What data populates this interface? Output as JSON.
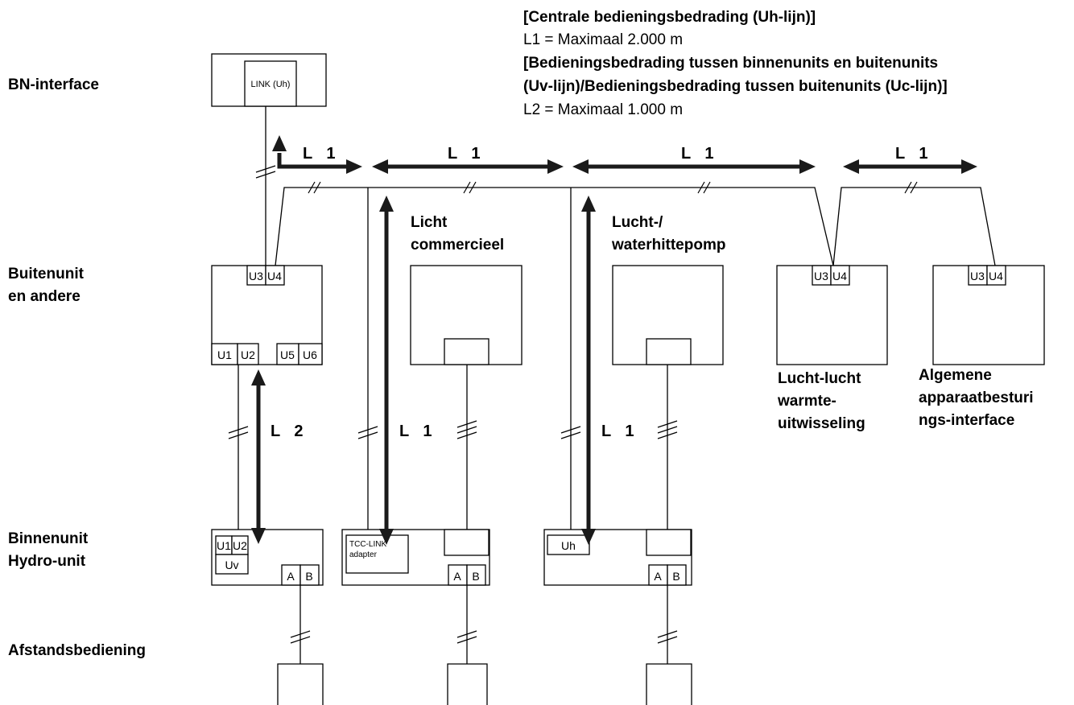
{
  "header": {
    "central_title": "[Centrale bedieningsbedrading (Uh-lijn)]",
    "l1_max": "L1 = Maximaal 2.000 m",
    "control_title_line1": "[Bedieningsbedrading tussen binnenunits en buitenunits",
    "control_title_line2": "(Uv-lijn)/Bedieningsbedrading tussen buitenunits (Uc-lijn)]",
    "l2_max": "L2 = Maximaal 1.000 m"
  },
  "rows": {
    "bn_interface": "BN-interface",
    "outdoor_line1": "Buitenunit",
    "outdoor_line2": "en andere",
    "indoor_line1": "Binnenunit",
    "indoor_line2": "Hydro-unit",
    "remote": "Afstandsbediening"
  },
  "units": {
    "light_commercial_line1": "Licht",
    "light_commercial_line2": "commercieel",
    "heatpump_line1": "Lucht-/",
    "heatpump_line2": "waterhittepomp",
    "air_exchange_line1": "Lucht-lucht",
    "air_exchange_line2": "warmte-",
    "air_exchange_line3": "uitwisseling",
    "general_line1": "Algemene",
    "general_line2": "apparaatbesturi",
    "general_line3": "ngs-interface"
  },
  "terminals": {
    "link": "LINK (Uh)",
    "u1": "U1",
    "u2": "U2",
    "u3": "U3",
    "u4": "U4",
    "u5": "U5",
    "u6": "U6",
    "uv": "Uv",
    "uh": "Uh",
    "a": "A",
    "b": "B",
    "tcc_line1": "TCC-LINK",
    "tcc_line2": "adapter"
  },
  "dimensions": {
    "l1": "L 1",
    "l2": "L 2"
  }
}
